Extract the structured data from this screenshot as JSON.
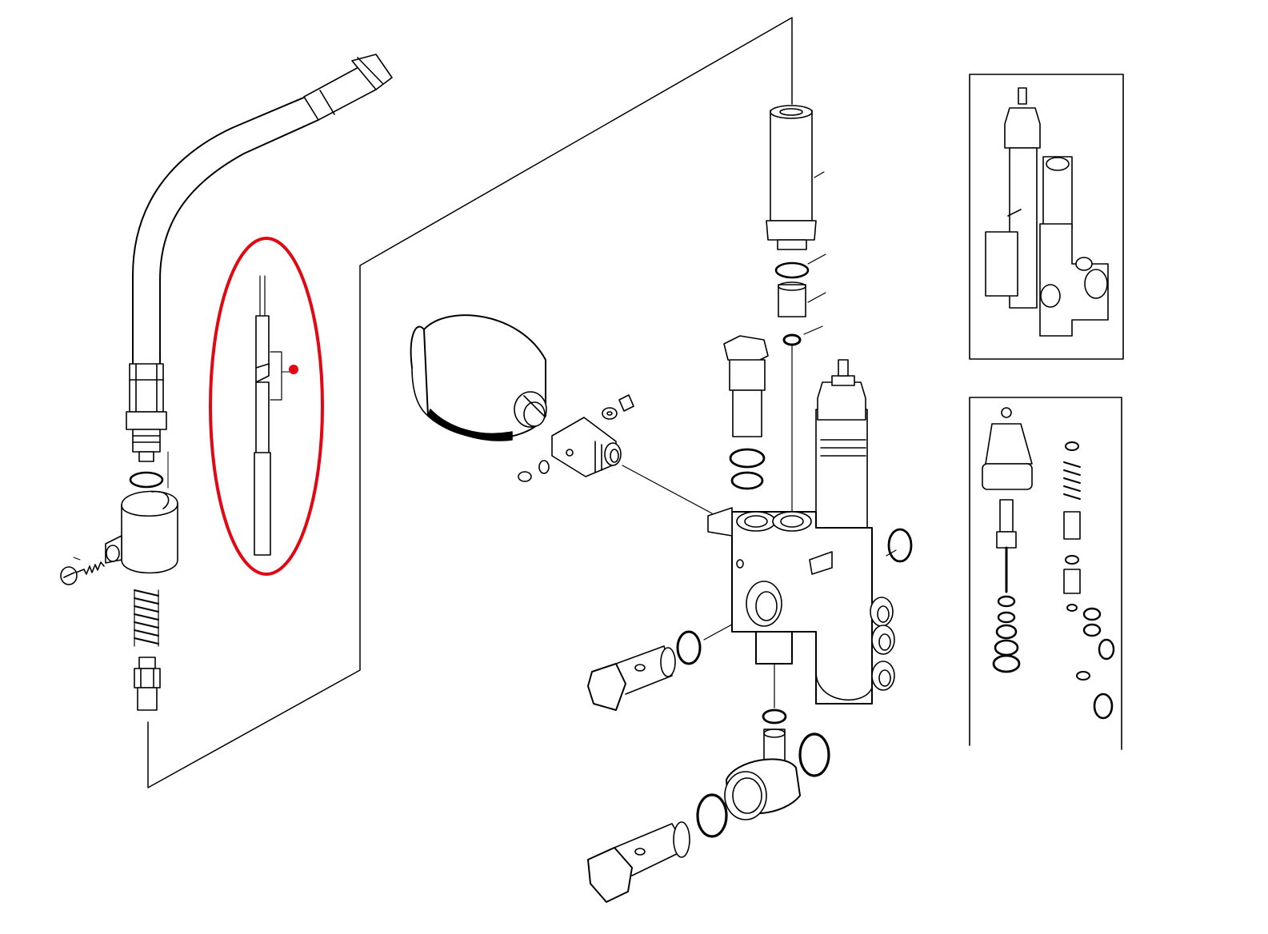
{
  "diagram": {
    "line_color": "#000000",
    "background": "#ffffff",
    "highlight_color": "#e30613",
    "parts": [
      {
        "name": "high-pressure-hose"
      },
      {
        "name": "hose-coupling-nut"
      },
      {
        "name": "hose-fitting"
      },
      {
        "name": "hose-o-ring"
      },
      {
        "name": "switch-housing"
      },
      {
        "name": "housing-screw"
      },
      {
        "name": "compression-spring"
      },
      {
        "name": "spring-nipple"
      },
      {
        "name": "highlighted-sensor-probe"
      },
      {
        "name": "pressure-accumulator"
      },
      {
        "name": "adapter-fitting"
      },
      {
        "name": "valve-body"
      },
      {
        "name": "control-piston-assembly"
      },
      {
        "name": "valve-sleeve"
      },
      {
        "name": "banjo-bolt"
      },
      {
        "name": "elbow-fitting"
      },
      {
        "name": "assembled-valve-inset"
      },
      {
        "name": "control-head-parts-inset"
      }
    ]
  }
}
